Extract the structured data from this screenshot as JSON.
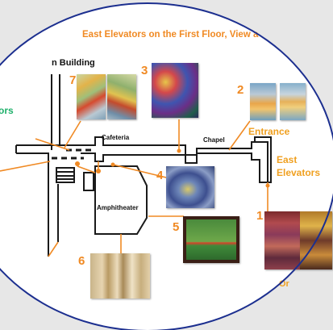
{
  "headline": "East Elevators on the First Floor, View a",
  "building_label": "n Building",
  "room_labels": {
    "cafeteria": "Cafeteria",
    "chapel": "Chapel",
    "amphitheater": "Amphitheater"
  },
  "location_labels": {
    "entrance": "Entrance",
    "east_elevators_line1": "East",
    "east_elevators_line2": "Elevators",
    "left_edge": "ors",
    "bottom_edge": "Or"
  },
  "artwork_numbers": [
    "1",
    "2",
    "3",
    "4",
    "5",
    "6",
    "7"
  ],
  "colors": {
    "accent_orange": "#f08a24",
    "label_gold": "#f0a020",
    "lens_border": "#1c2f8f",
    "green_label": "#1fb06b",
    "map_lines": "#1a1a1a"
  }
}
